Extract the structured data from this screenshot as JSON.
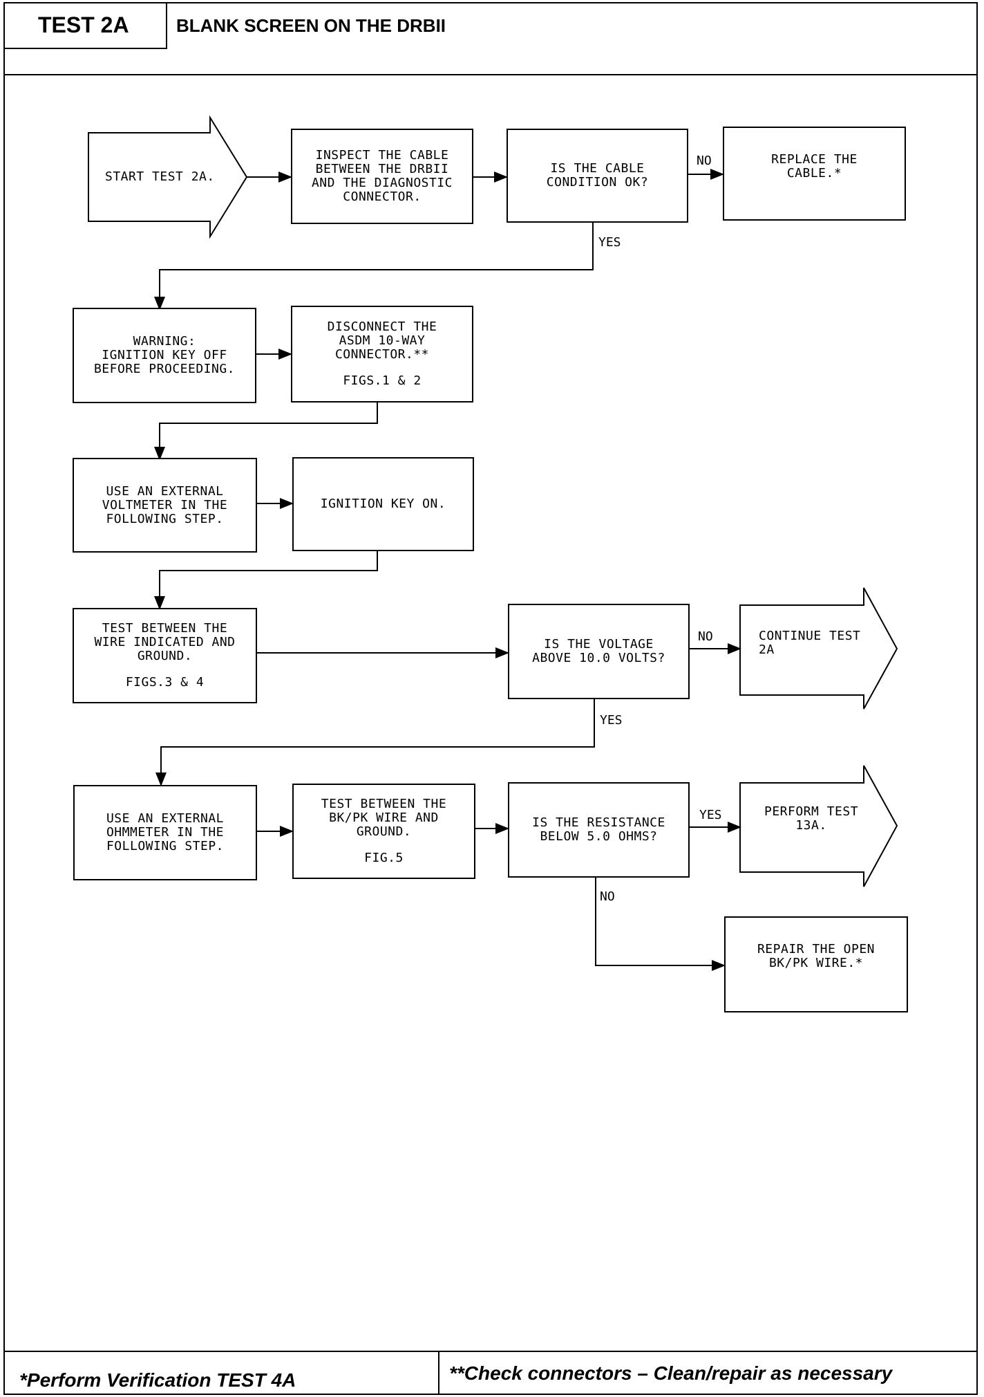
{
  "header": {
    "test_id": "TEST 2A",
    "title": "BLANK SCREEN ON THE DRBII"
  },
  "footer": {
    "left_note": "*Perform Verification TEST 4A",
    "right_note": "**Check connectors – Clean/repair as necessary"
  },
  "flow": {
    "start": "START TEST 2A.",
    "inspect_cable": "INSPECT THE CABLE\nBETWEEN THE DRBII\nAND THE DIAGNOSTIC\nCONNECTOR.",
    "cable_ok_question": "IS THE CABLE\nCONDITION OK?",
    "replace_cable": "REPLACE THE\nCABLE.*",
    "warning": "WARNING:\nIGNITION KEY OFF\nBEFORE PROCEEDING.",
    "disconnect": "DISCONNECT THE\nASDM 10-WAY\nCONNECTOR.**",
    "disconnect_fig": "FIGS.1 & 2",
    "voltmeter": "USE AN EXTERNAL\nVOLTMETER IN THE\nFOLLOWING STEP.",
    "ignition_on": "IGNITION KEY ON.",
    "test_wire": "TEST BETWEEN THE\nWIRE INDICATED AND\nGROUND.",
    "test_wire_fig": "FIGS.3 & 4",
    "voltage_question": "IS THE VOLTAGE\nABOVE 10.0 VOLTS?",
    "continue_test": "CONTINUE TEST\n2A",
    "ohmmeter": "USE AN EXTERNAL\nOHMMETER IN THE\nFOLLOWING STEP.",
    "test_bkpk": "TEST BETWEEN THE\nBK/PK WIRE AND\nGROUND.",
    "test_bkpk_fig": "FIG.5",
    "resistance_question": "IS THE RESISTANCE\nBELOW 5.0 OHMS?",
    "perform_test": "PERFORM TEST\n13A.",
    "repair_wire": "REPAIR THE OPEN\nBK/PK WIRE.*"
  },
  "labels": {
    "no": "NO",
    "yes": "YES"
  }
}
